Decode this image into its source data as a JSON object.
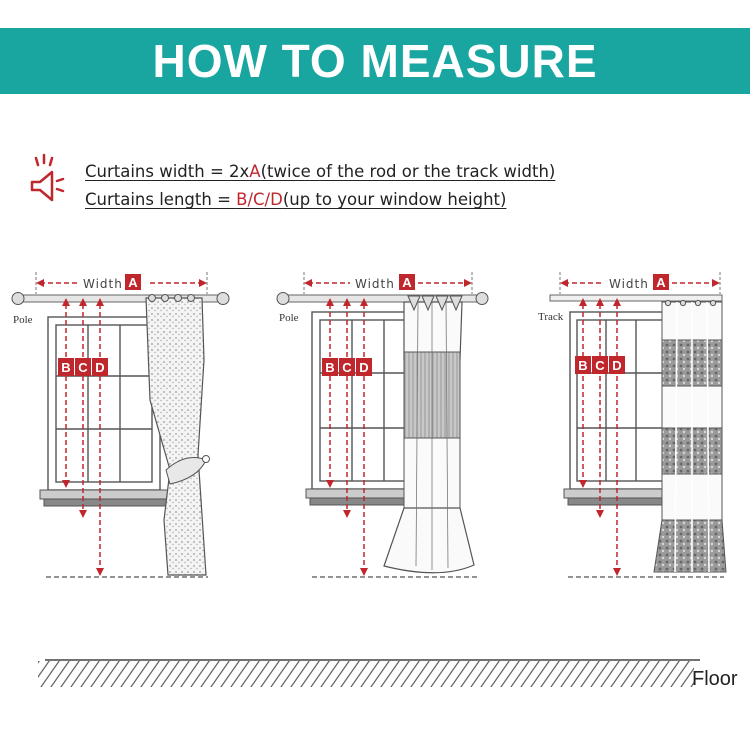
{
  "banner": {
    "title": "HOW TO MEASURE"
  },
  "formulas": {
    "width": {
      "pre": "Curtains width = 2x",
      "key": "A",
      "post": "(twice of the rod or the track width)"
    },
    "length": {
      "pre": "Curtains length = ",
      "key": "B/C/D",
      "post": "(up to your window height)"
    }
  },
  "panels": [
    {
      "hardware": "Pole",
      "width_label": "Width",
      "width_key": "A",
      "letters": [
        "B",
        "C",
        "D"
      ]
    },
    {
      "hardware": "Pole",
      "width_label": "Width",
      "width_key": "A",
      "letters": [
        "B",
        "C",
        "D"
      ]
    },
    {
      "hardware": "Track",
      "width_label": "Width",
      "width_key": "A",
      "letters": [
        "B",
        "C",
        "D"
      ]
    }
  ],
  "floor": {
    "label": "Floor"
  },
  "colors": {
    "banner": "#1aa6a0",
    "accent": "#c0272d",
    "ink": "#555555"
  },
  "icons": {
    "speaker": "speaker-icon"
  }
}
